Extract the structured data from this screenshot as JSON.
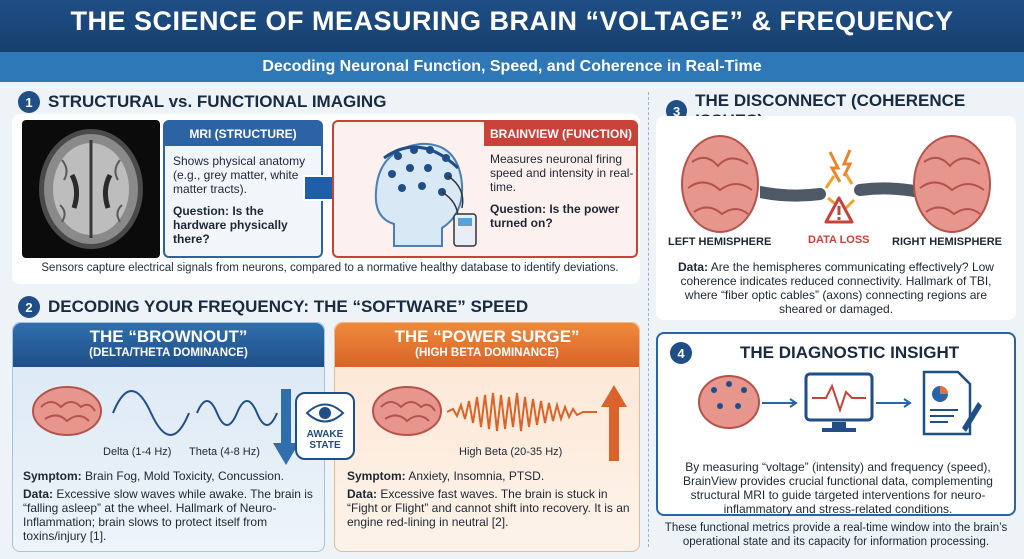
{
  "header": {
    "title": "THE SCIENCE OF MEASURING BRAIN “VOLTAGE” & FREQUENCY",
    "subtitle": "Decoding Neuronal Function, Speed, and Coherence in Real-Time"
  },
  "section1": {
    "number": "1",
    "title": "STRUCTURAL vs. FUNCTIONAL IMAGING",
    "mri": {
      "title": "MRI (STRUCTURE)",
      "desc": "Shows physical anatomy (e.g., grey matter, white matter tracts).",
      "question": "Question: Is the hardware physically there?"
    },
    "brainview": {
      "title": "BRAINVIEW (FUNCTION)",
      "desc": "Measures neuronal firing speed and intensity in real-time.",
      "question": "Question: Is the power turned on?"
    },
    "footnote": "Sensors capture electrical signals from neurons, compared to a normative healthy database to identify deviations."
  },
  "section2": {
    "number": "2",
    "title": "DECODING YOUR FREQUENCY: THE “SOFTWARE” SPEED",
    "brownout": {
      "title": "THE “BROWNOUT”",
      "subtitle": "(DELTA/THETA DOMINANCE)",
      "wave1_label": "Delta (1-4 Hz)",
      "wave2_label": "Theta (4-8 Hz)",
      "symptom_label": "Symptom:",
      "symptom": "Brain Fog, Mold Toxicity, Concussion.",
      "data_label": "Data:",
      "data": "Excessive slow waves while awake. The brain is “falling asleep” at the wheel. Hallmark of Neuro-Inflammation; brain slows to protect itself from toxins/injury [1]."
    },
    "awake": {
      "label1": "AWAKE",
      "label2": "STATE"
    },
    "surge": {
      "title": "THE “POWER SURGE”",
      "subtitle": "(HIGH BETA DOMINANCE)",
      "wave_label": "High Beta (20-35 Hz)",
      "symptom_label": "Symptom:",
      "symptom": "Anxiety, Insomnia, PTSD.",
      "data_label": "Data:",
      "data": "Excessive fast waves. The brain is stuck in “Fight or Flight” and cannot shift into recovery. It is an engine red-lining in neutral [2]."
    }
  },
  "section3": {
    "number": "3",
    "title": "THE DISCONNECT (COHERENCE ISSUES)",
    "left_label": "LEFT HEMISPHERE",
    "loss_label": "DATA LOSS",
    "right_label": "RIGHT HEMISPHERE",
    "data_label": "Data:",
    "data": "Are the hemispheres communicating effectively? Low coherence indicates reduced connectivity. Hallmark of TBI, where “fiber optic cables” (axons) connecting regions are sheared or damaged."
  },
  "section4": {
    "number": "4",
    "title": "THE DIAGNOSTIC INSIGHT",
    "body": "By measuring “voltage” (intensity) and frequency (speed), BrainView provides crucial functional data, complementing structural MRI to guide targeted interventions for neuro-inflammatory and stress-related conditions."
  },
  "closing": "These functional metrics provide a real-time window into the brain’s operational state and its capacity for information processing.",
  "colors": {
    "navy": "#1f4f86",
    "blue": "#2c63a4",
    "red": "#c8423a",
    "orange": "#e0733a",
    "brain": "#e7968e"
  }
}
